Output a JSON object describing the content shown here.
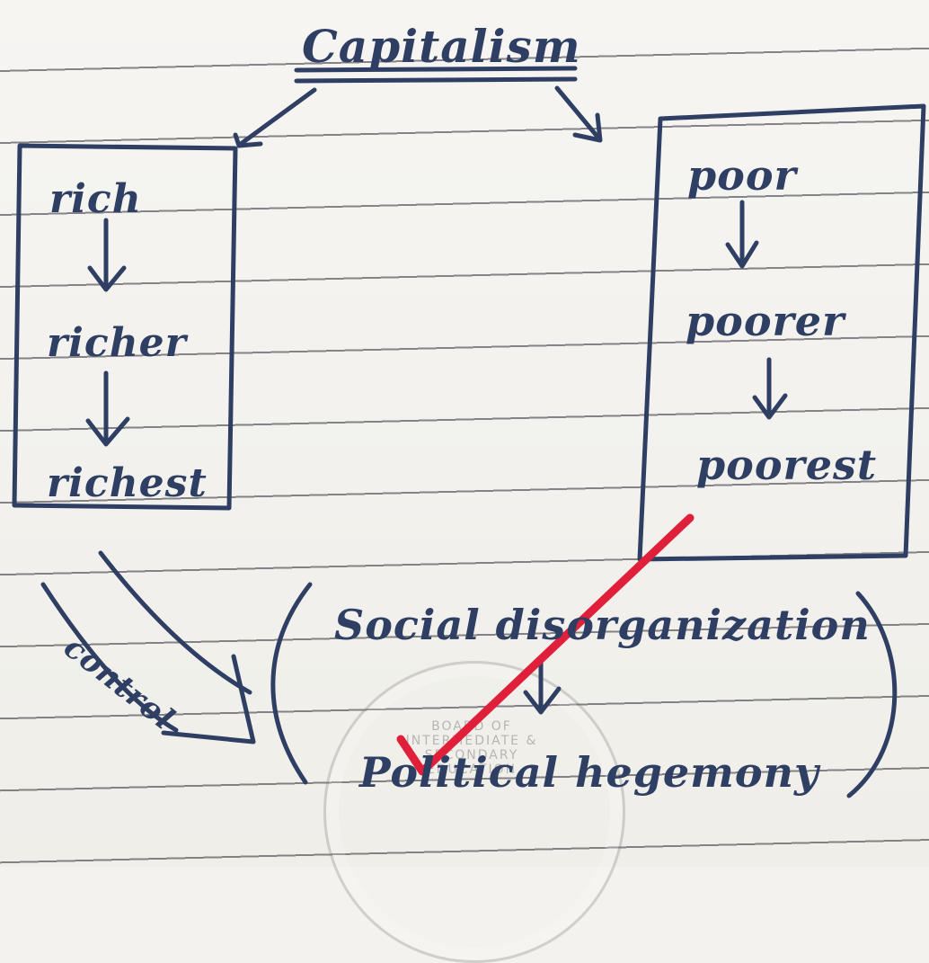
{
  "diagram": {
    "title": "Capitalism",
    "left_box": {
      "items": [
        "rich",
        "richer",
        "richest"
      ]
    },
    "right_box": {
      "items": [
        "poor",
        "poorer",
        "poorest"
      ]
    },
    "control_label": "control",
    "bracket": {
      "top": "Social disorganization",
      "bottom_word1": "Political",
      "bottom_word2": "hegemony"
    },
    "seal_text": "BOARD OF INTERMEDIATE & SECONDARY EDUCATION"
  },
  "colors": {
    "ink": "#2f3f63",
    "check_mark": "#e0203a",
    "paper": "#f3f2ee"
  }
}
